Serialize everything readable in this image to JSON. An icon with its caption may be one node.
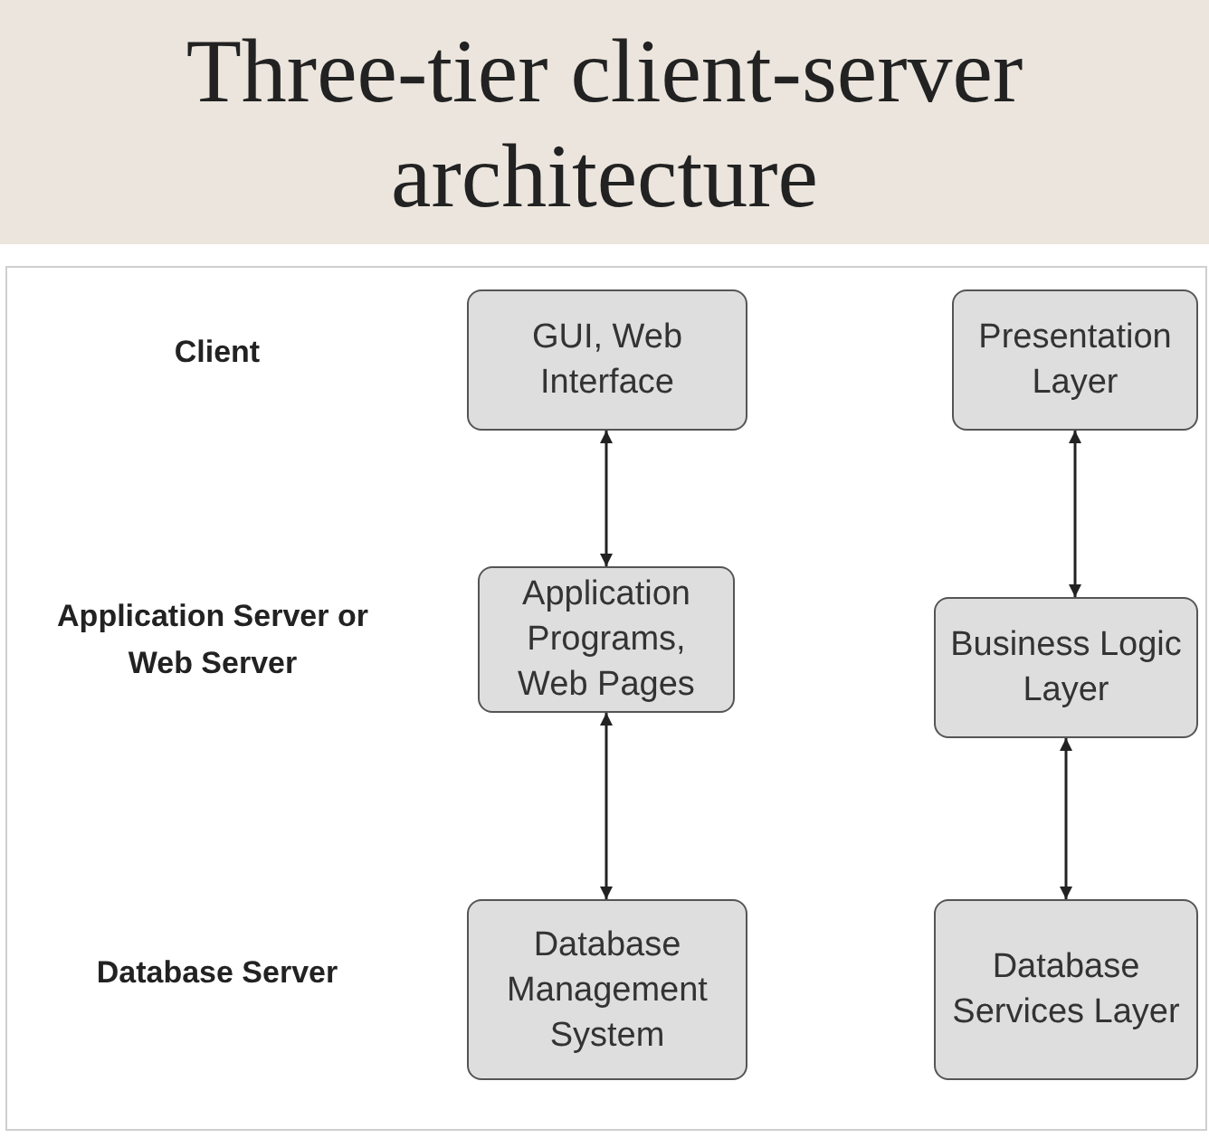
{
  "diagram": {
    "title": "Three-tier client-server architecture",
    "nodes": [
      {
        "text": [
          "GUI, Web Interface"
        ]
      },
      {
        "text": [
          "Application Programs, Web Pages"
        ]
      },
      {
        "text": [
          "Database Management System"
        ]
      },
      {
        "text": [
          "Presentation Layer"
        ]
      },
      {
        "text": [
          "Business Logic Layer"
        ]
      },
      {
        "text": [
          "Database Services Layer"
        ]
      }
    ],
    "edges": [
      {
        "from": 0,
        "to": 1,
        "arrow": "both"
      },
      {
        "from": 1,
        "to": 2,
        "arrow": "both"
      },
      {
        "from": 3,
        "to": 4,
        "arrow": "both"
      },
      {
        "from": 4,
        "to": 5,
        "arrow": "both"
      }
    ],
    "labels": [
      "Client",
      "Application Server or Web Server",
      "Database Server"
    ]
  }
}
